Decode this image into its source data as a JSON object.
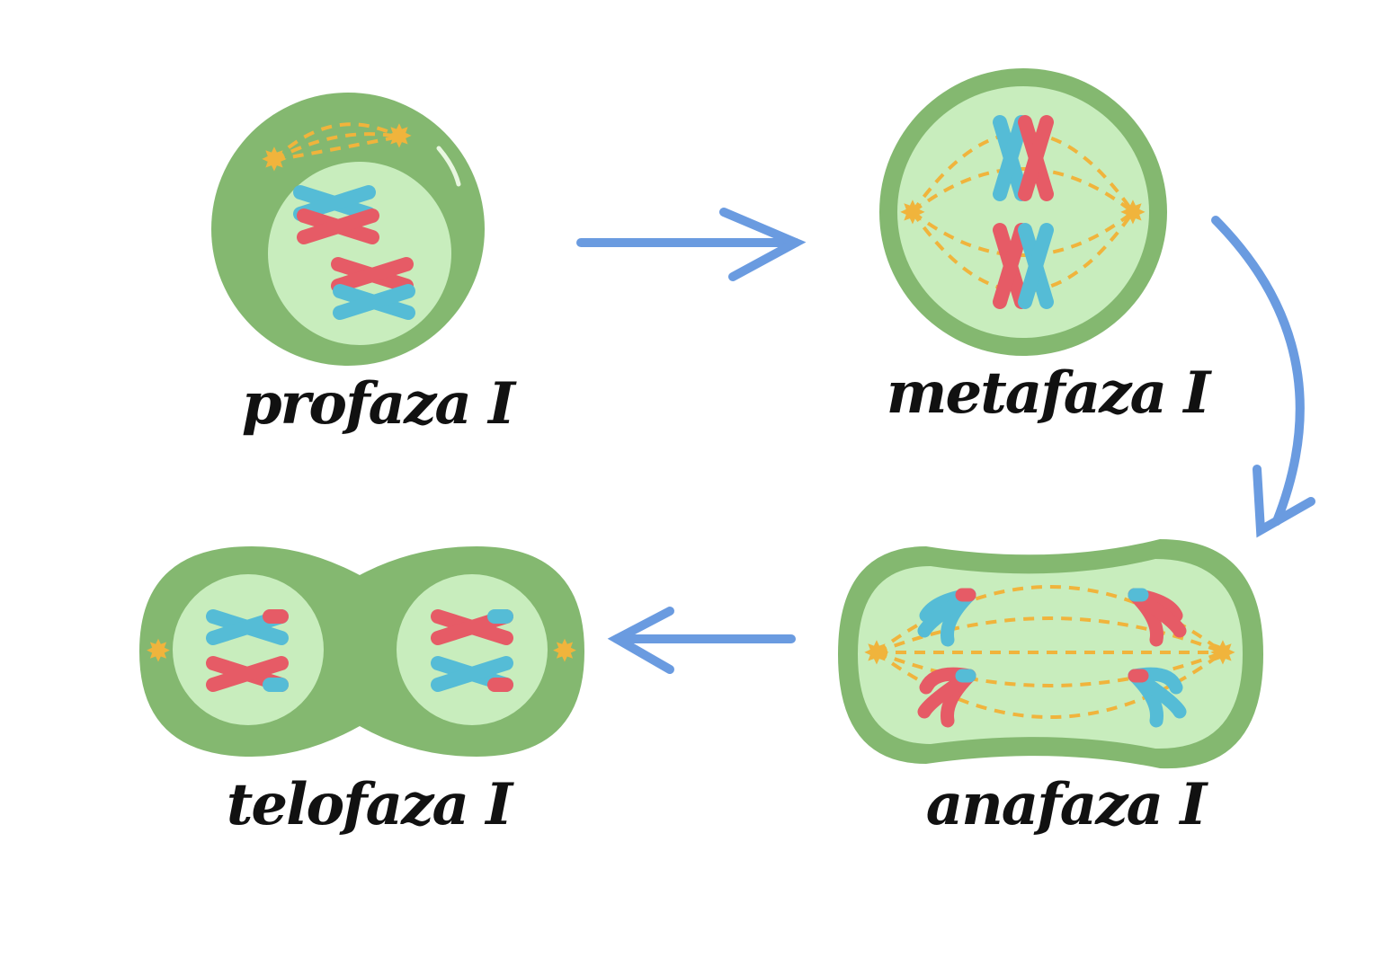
{
  "colors": {
    "cell_outer": "#84b870",
    "cell_inner": "#c8edbd",
    "spindle": "#f0b43c",
    "chrom_blue": "#55bcd6",
    "chrom_red": "#e65b66",
    "arrow": "#6a9be0",
    "label": "#111111"
  },
  "stages": [
    {
      "id": "prophase",
      "label": "profaza I"
    },
    {
      "id": "metaphase",
      "label": "metafaza I"
    },
    {
      "id": "anaphase",
      "label": "anafaza I"
    },
    {
      "id": "telophase",
      "label": "telofaza I"
    }
  ]
}
